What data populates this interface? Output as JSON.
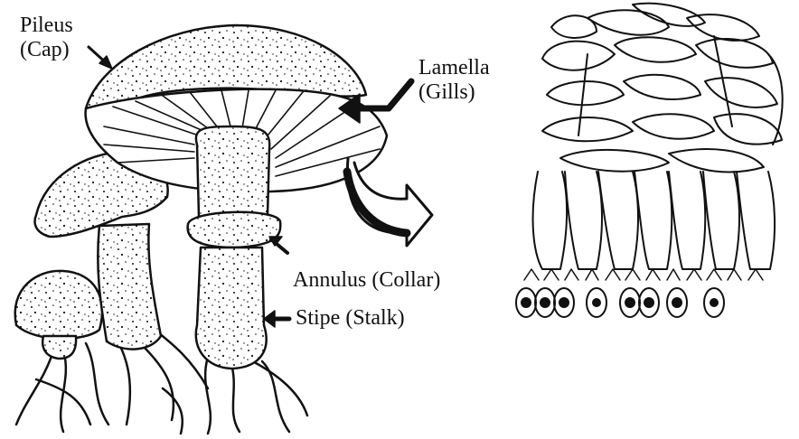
{
  "labels": {
    "pileus": {
      "line1": "Pileus",
      "line2": "(Cap)"
    },
    "lamella": {
      "line1": "Lamella",
      "line2": "(Gills)"
    },
    "annulus": "Annulus (Collar)",
    "stipe": "Stipe (Stalk)"
  },
  "colors": {
    "ink": "#111111",
    "background": "#ffffff"
  }
}
